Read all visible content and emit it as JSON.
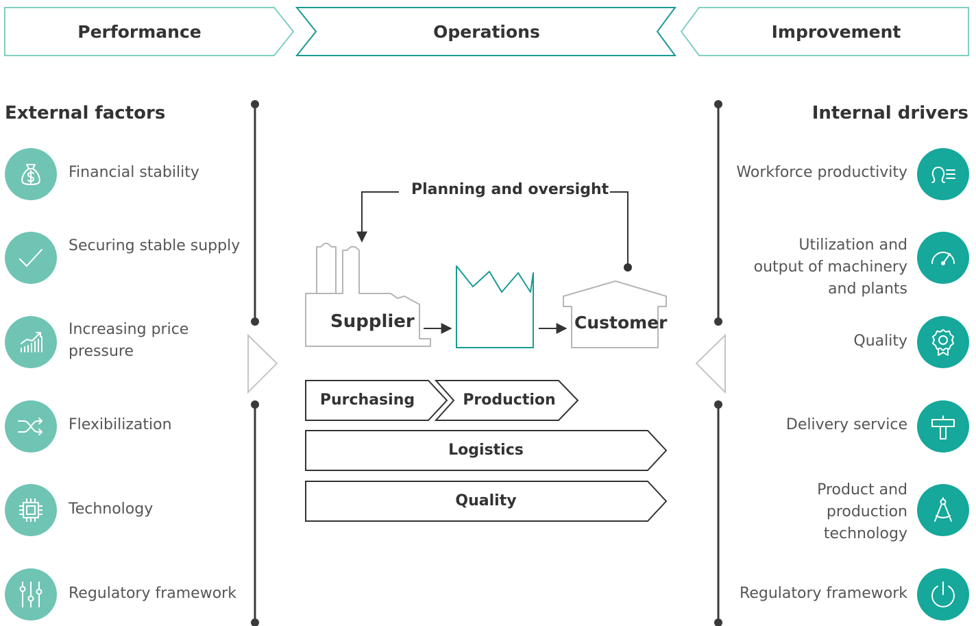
{
  "header": {
    "tabs": [
      {
        "label": "Performance"
      },
      {
        "label": "Operations"
      },
      {
        "label": "Improvement"
      }
    ]
  },
  "external": {
    "title": "External factors",
    "items": [
      {
        "label": "Financial stability",
        "icon": "money-bag-icon"
      },
      {
        "label": "Securing stable supply",
        "icon": "checkmark-icon"
      },
      {
        "label": "Increasing price\npressure",
        "icon": "rising-chart-icon"
      },
      {
        "label": "Flexibilization",
        "icon": "shuffle-icon"
      },
      {
        "label": "Technology",
        "icon": "chip-icon"
      },
      {
        "label": "Regulatory framework",
        "icon": "sliders-icon"
      }
    ]
  },
  "internal": {
    "title": "Internal drivers",
    "items": [
      {
        "label": "Workforce productivity",
        "icon": "worker-list-icon"
      },
      {
        "label": "Utilization and\noutput of machinery\nand plants",
        "icon": "gauge-icon"
      },
      {
        "label": "Quality",
        "icon": "award-badge-icon"
      },
      {
        "label": "Delivery service",
        "icon": "signpost-icon"
      },
      {
        "label": "Product and\nproduction\ntechnology",
        "icon": "compass-icon"
      },
      {
        "label": "Regulatory framework",
        "icon": "power-icon"
      }
    ]
  },
  "operations": {
    "planning_label": "Planning and oversight",
    "supplier_label": "Supplier",
    "customer_label": "Customer",
    "stages": {
      "purchasing": "Purchasing",
      "production": "Production",
      "logistics": "Logistics",
      "quality": "Quality"
    }
  },
  "colors": {
    "teal_dark": "#16a89a",
    "teal_light": "#70c4b3",
    "chevron_outline": "#1a9a93",
    "line_gray": "#3a3a3a",
    "building_gray": "#b5b5b5"
  }
}
